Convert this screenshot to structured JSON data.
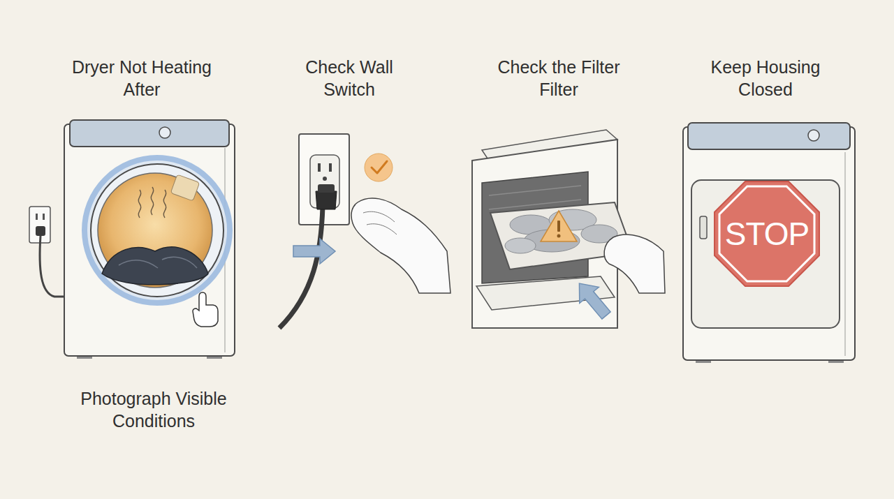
{
  "diagram": {
    "nodes": [
      {
        "text": [
          "Dryer Not Heating After",
          "Photograph Visible Conditions"
        ]
      },
      {
        "text": [
          "Check Wall Switch"
        ]
      },
      {
        "text": [
          "Check the Filter Filter"
        ]
      },
      {
        "text": [
          "Keep Housing Closed"
        ]
      },
      {
        "text": [
          "STOP"
        ],
        "in": 3
      }
    ]
  }
}
